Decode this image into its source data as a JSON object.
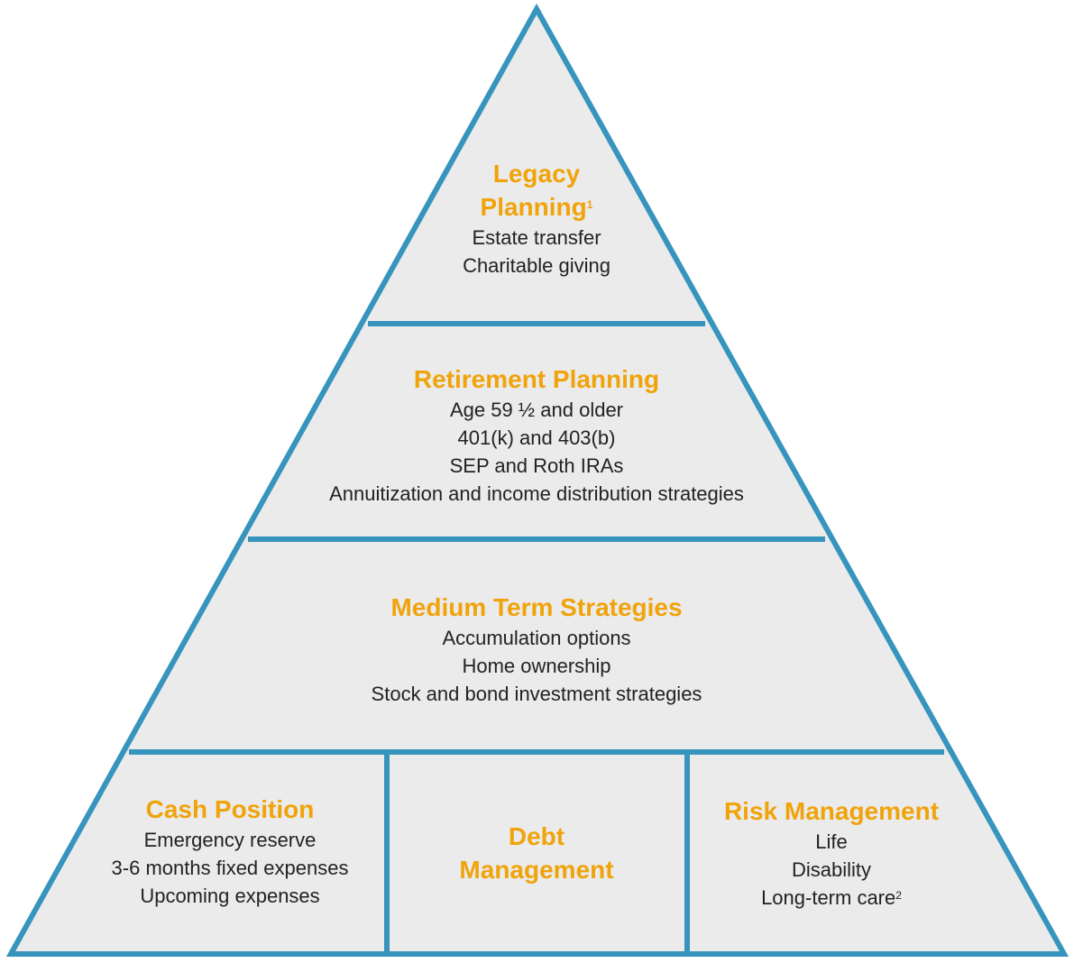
{
  "colors": {
    "fill": "#ebebeb",
    "stroke": "#3694bd",
    "title": "#f0a30a",
    "text": "#222222"
  },
  "tiers": {
    "legacy": {
      "title_line1": "Legacy",
      "title_line2": "Planning",
      "title_sup": "1",
      "items": [
        "Estate transfer",
        "Charitable giving"
      ]
    },
    "retirement": {
      "title": "Retirement Planning",
      "items": [
        "Age 59 ½ and older",
        "401(k) and 403(b)",
        "SEP and Roth IRAs",
        "Annuitization and income distribution strategies"
      ]
    },
    "medium": {
      "title": "Medium Term Strategies",
      "items": [
        "Accumulation options",
        "Home ownership",
        "Stock and bond investment strategies"
      ]
    },
    "cash": {
      "title": "Cash Position",
      "items": [
        "Emergency reserve",
        "3-6 months fixed expenses",
        "Upcoming expenses"
      ]
    },
    "debt": {
      "title_line1": "Debt",
      "title_line2": "Management"
    },
    "risk": {
      "title": "Risk Management",
      "items": [
        "Life",
        "Disability",
        "Long-term care"
      ],
      "last_item_sup": "2"
    }
  }
}
